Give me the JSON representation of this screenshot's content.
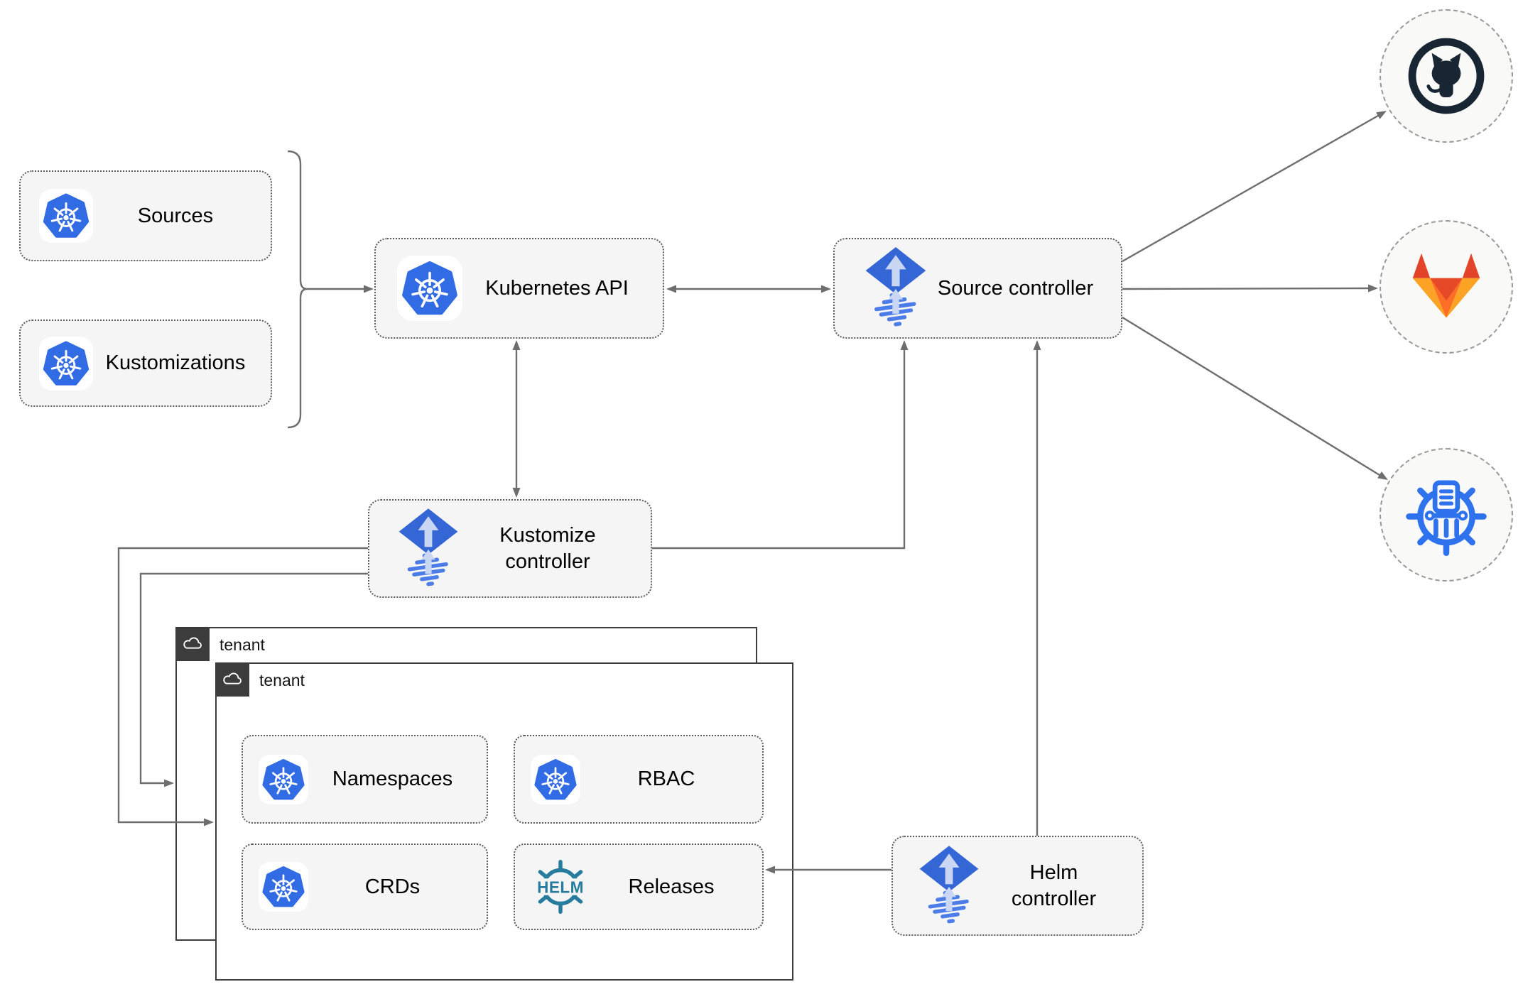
{
  "nodes": {
    "sources": {
      "label": "Sources",
      "icon": "kubernetes-icon"
    },
    "kustomizations": {
      "label": "Kustomizations",
      "icon": "kubernetes-icon"
    },
    "kubernetes_api": {
      "label": "Kubernetes API",
      "icon": "kubernetes-icon"
    },
    "source_controller": {
      "label": "Source controller",
      "icon": "flux-icon"
    },
    "kustomize_controller": {
      "label": "Kustomize controller",
      "icon": "flux-icon"
    },
    "helm_controller": {
      "label": "Helm controller",
      "icon": "flux-icon"
    },
    "tenant_back": {
      "label": "tenant",
      "icon": "cloud-icon"
    },
    "tenant_front": {
      "label": "tenant",
      "icon": "cloud-icon"
    },
    "namespaces": {
      "label": "Namespaces",
      "icon": "kubernetes-icon"
    },
    "rbac": {
      "label": "RBAC",
      "icon": "kubernetes-icon"
    },
    "crds": {
      "label": "CRDs",
      "icon": "kubernetes-icon"
    },
    "releases": {
      "label": "Releases",
      "icon": "helm-wheel-icon"
    }
  },
  "endpoints": {
    "github": {
      "icon": "github-icon"
    },
    "gitlab": {
      "icon": "gitlab-icon"
    },
    "helm_repository": {
      "icon": "chartmuseum-icon"
    }
  },
  "icons": {
    "helm_wheel_text": "HELM"
  },
  "colors": {
    "kubernetes_blue": "#326ce5",
    "flux_blue": "#3566d6",
    "flux_light": "#c9d7f4",
    "github_dark": "#182533",
    "gitlab_red": "#e24329",
    "gitlab_orange": "#fc6d26",
    "gitlab_amber": "#fca326",
    "chartmuseum_blue": "#2f72ee",
    "helm_teal": "#277c9e",
    "line_gray": "#6e6e6e",
    "node_fill": "#f5f5f5",
    "tenant_dark": "#3c3c3c"
  }
}
